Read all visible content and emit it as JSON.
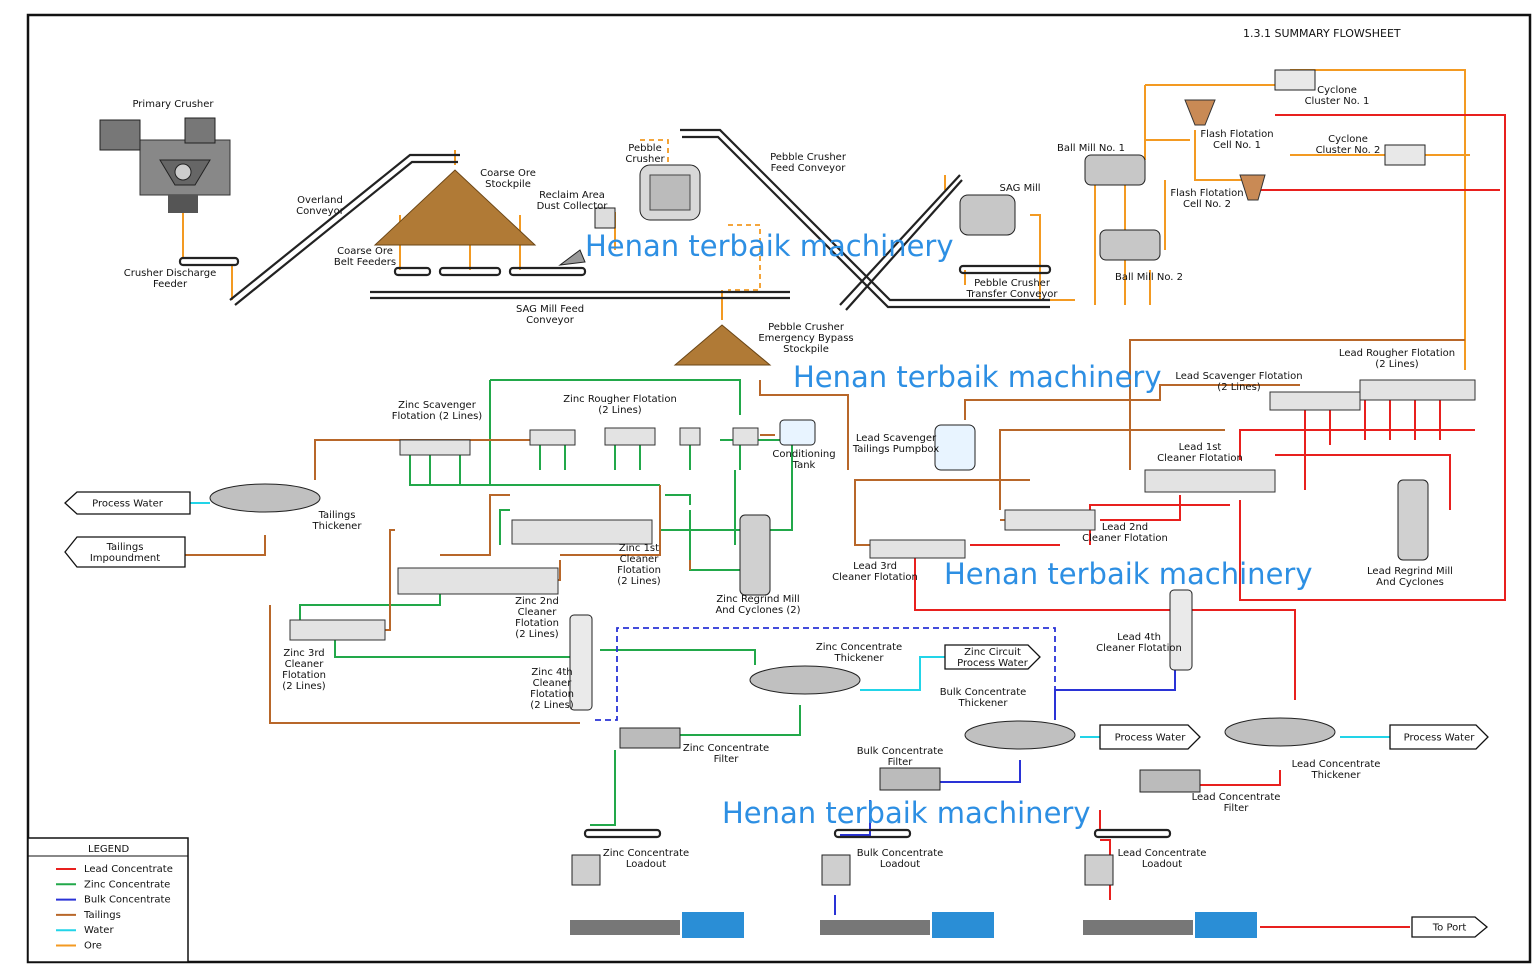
{
  "title": "1.3.1  SUMMARY FLOWSHEET",
  "colors": {
    "lead": "#e8201e",
    "zinc": "#22a84a",
    "bulk": "#2a33d6",
    "tailings": "#b8672a",
    "water": "#22d4e8",
    "ore": "#f39a22",
    "watermark": "#2d8fe3"
  },
  "legend": {
    "title": "LEGEND",
    "items": [
      {
        "label": "Lead  Concentrate",
        "color": "#e8201e"
      },
      {
        "label": "Zinc  Concentrate",
        "color": "#22a84a"
      },
      {
        "label": "Bulk  Concentrate",
        "color": "#2a33d6"
      },
      {
        "label": "Tailings",
        "color": "#b8672a"
      },
      {
        "label": "Water",
        "color": "#22d4e8"
      },
      {
        "label": "Ore",
        "color": "#f39a22"
      }
    ]
  },
  "watermarks": [
    "Henan terbaik machinery",
    "Henan terbaik machinery",
    "Henan terbaik machinery",
    "Henan terbaik machinery"
  ],
  "outlets": [
    "Process  Water",
    "Tailings\nImpoundment",
    "Zinc  Circuit\nProcess  Water",
    "Process  Water",
    "Process  Water",
    "To  Port"
  ],
  "labels": [
    "Primary  Crusher",
    "Crusher  Discharge\nFeeder",
    "Overland\nConveyor",
    "Coarse  Ore\nStockpile",
    "Coarse  Ore\nBelt  Feeders",
    "Pebble\nCrusher",
    "Reclaim  Area\nDust  Collector",
    "Pebble  Crusher\nFeed  Conveyor",
    "SAG  Mill  Feed\nConveyor",
    "Pebble  Crusher\nEmergency  Bypass\nStockpile",
    "SAG  Mill",
    "Pebble  Crusher\nTransfer  Conveyor",
    "Ball  Mill  No.  1",
    "Ball  Mill  No.  2",
    "Flash  Flotation\nCell  No.  1",
    "Flash  Flotation\nCell  No.  2",
    "Cyclone\nCluster  No.  1",
    "Cyclone\nCluster  No.  2",
    "Lead  Rougher  Flotation\n(2  Lines)",
    "Lead  Scavenger  Flotation\n(2  Lines)",
    "Lead  Scavenger\nTailings  Pumpbox",
    "Lead  1st\nCleaner  Flotation",
    "Lead  2nd\nCleaner  Flotation",
    "Lead  3rd\nCleaner  Flotation",
    "Lead  4th\nCleaner  Flotation",
    "Lead  Regrind  Mill\nAnd  Cyclones",
    "Conditioning\nTank",
    "Zinc  Rougher  Flotation\n(2  Lines)",
    "Zinc  Scavenger\nFlotation  (2  Lines)",
    "Tailings\nThickener",
    "Zinc  1st\nCleaner\nFlotation\n(2  Lines)",
    "Zinc  2nd\nCleaner\nFlotation\n(2  Lines)",
    "Zinc  3rd\nCleaner\nFlotation\n(2  Lines)",
    "Zinc  4th\nCleaner\nFlotation\n(2  Lines)",
    "Zinc  Regrind  Mill\nAnd  Cyclones  (2)",
    "Zinc  Concentrate\nThickener",
    "Zinc  Concentrate\nFilter",
    "Zinc  Concentrate\nLoadout",
    "Bulk  Concentrate\nThickener",
    "Bulk  Concentrate\nFilter",
    "Bulk  Concentrate\nLoadout",
    "Lead  Concentrate\nThickener",
    "Lead  Concentrate\nFilter",
    "Lead  Concentrate\nLoadout"
  ]
}
